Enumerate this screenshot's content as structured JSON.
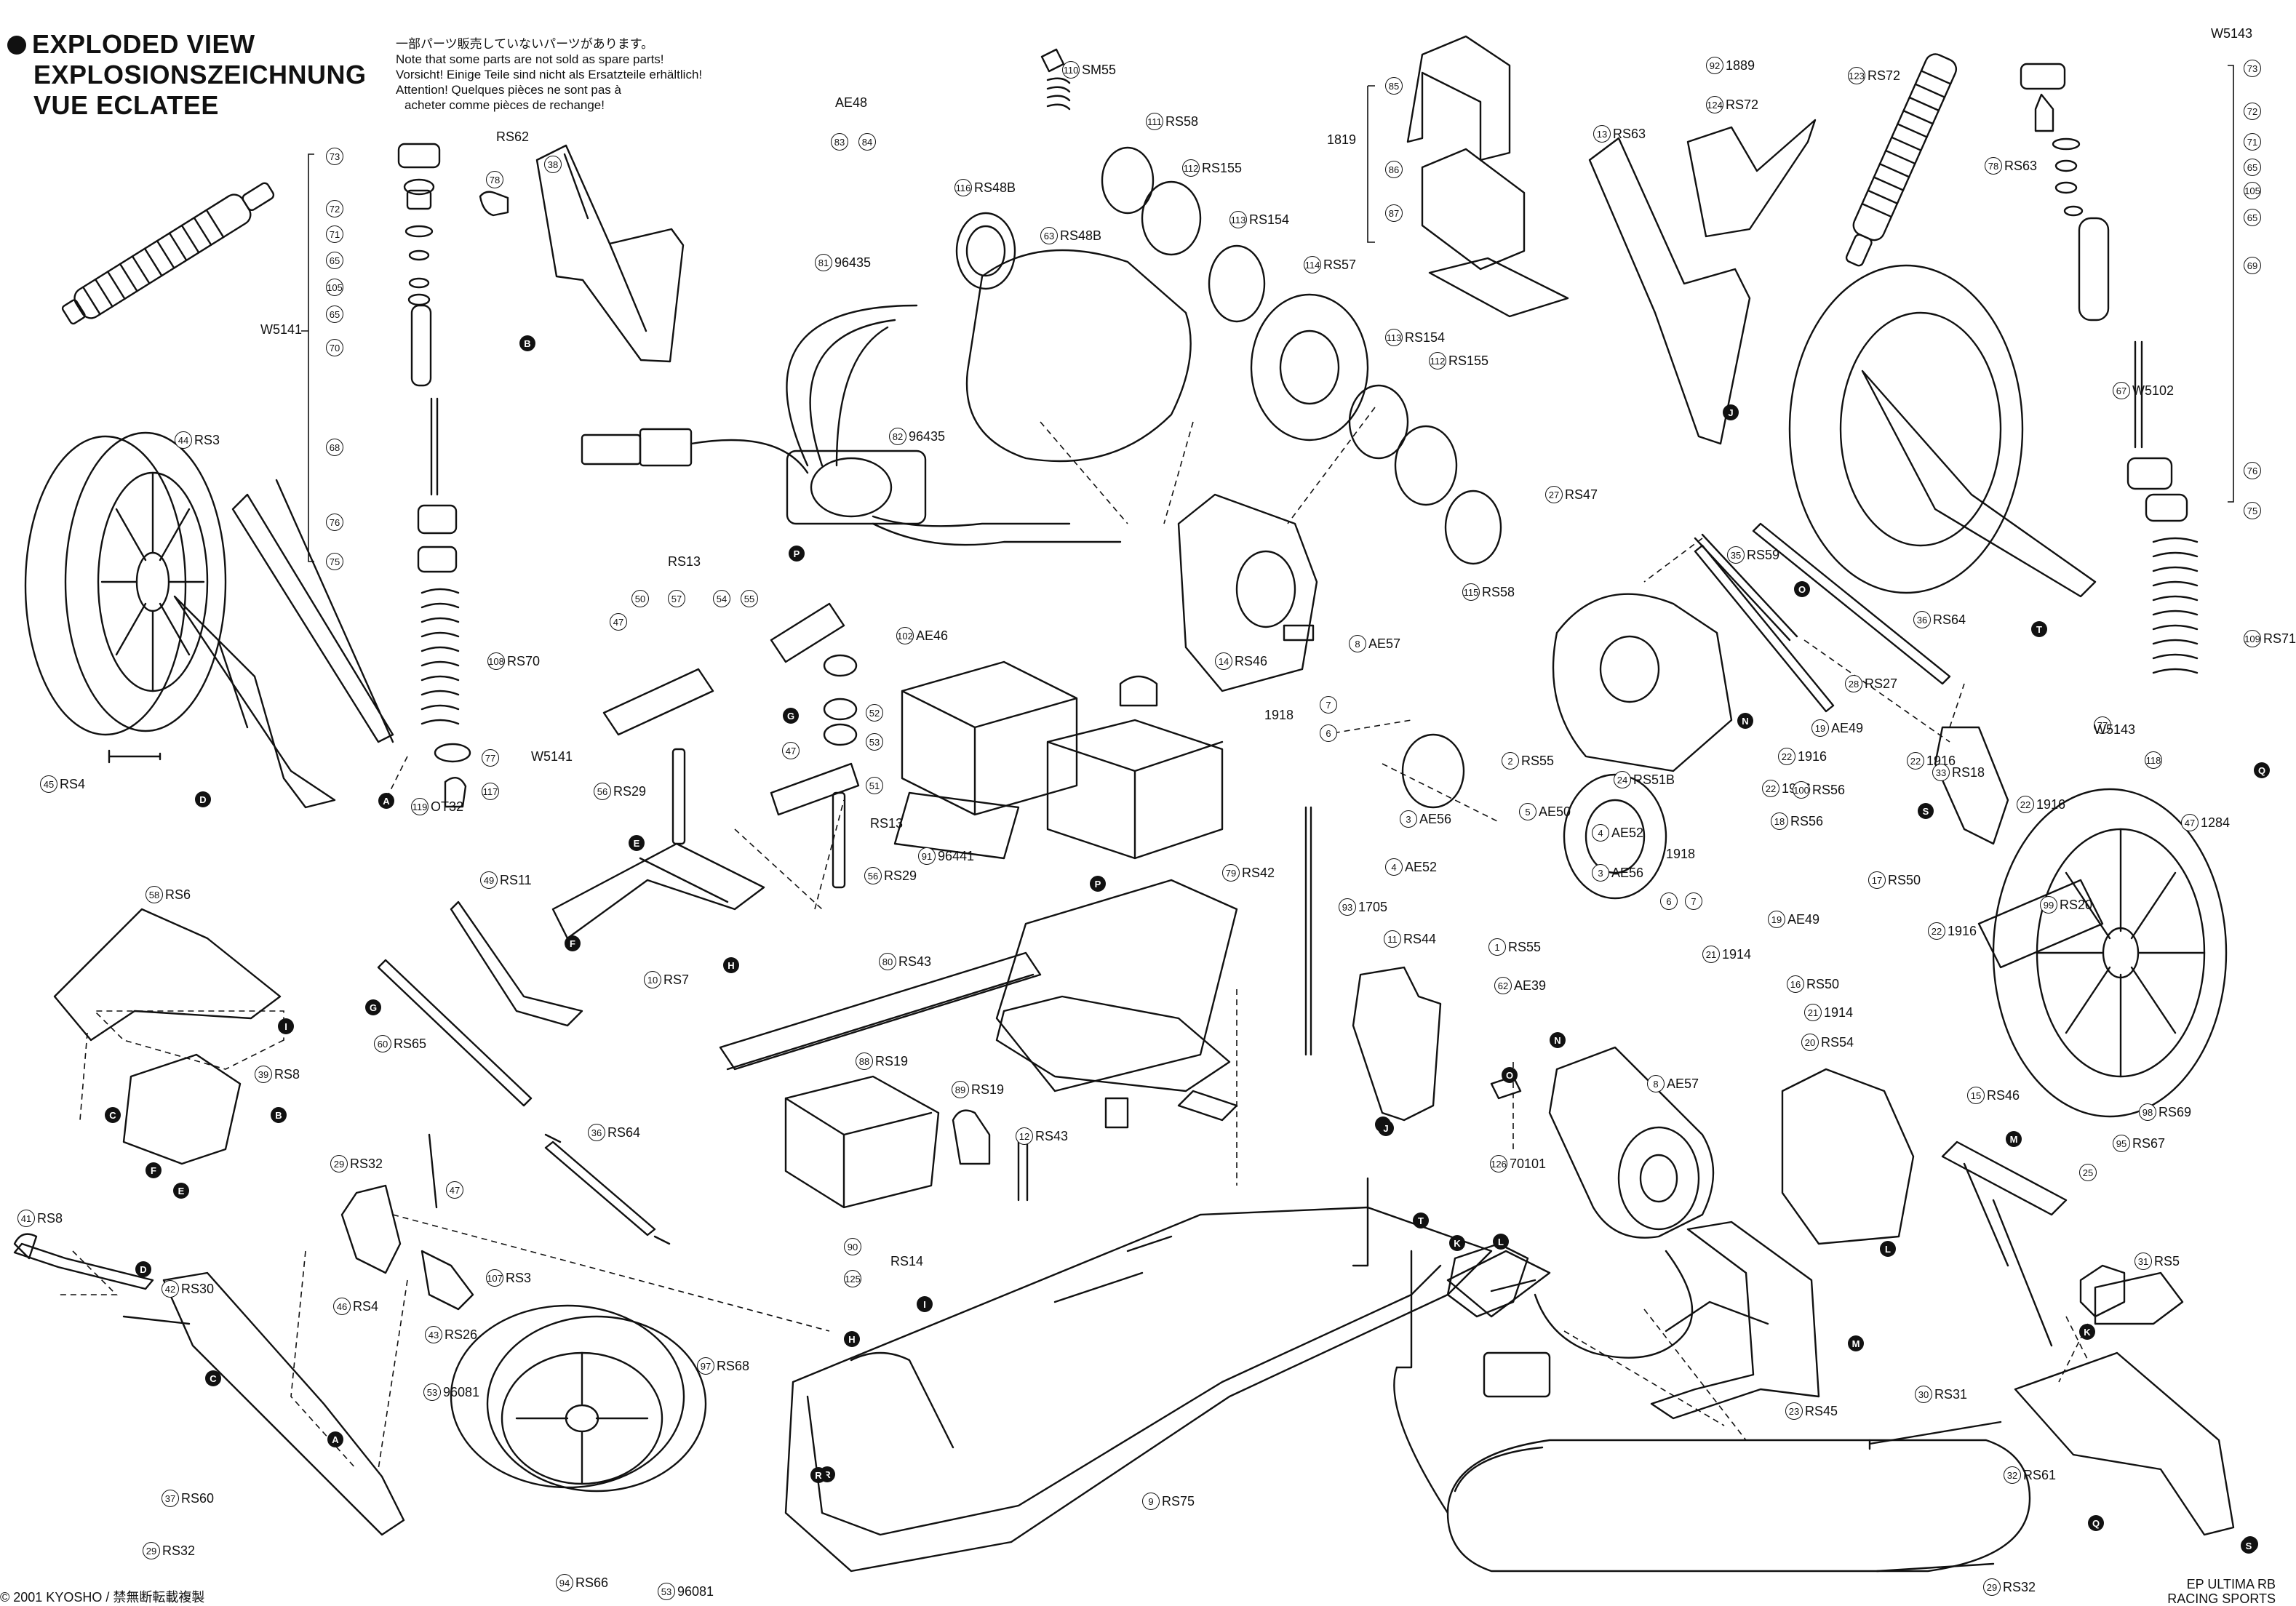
{
  "header": {
    "title_lines": [
      "EXPLODED VIEW",
      "EXPLOSIONSZEICHNUNG",
      "VUE ECLATEE"
    ]
  },
  "notes": [
    "一部パーツ販売していないパーツがあります。",
    "Note that some parts are not sold as spare parts!",
    "Vorsicht!  Einige Teile sind nicht als Ersatzteile erhältlich!",
    "Attention!  Quelques pièces ne sont pas à",
    "acheter comme pièces de rechange!"
  ],
  "footer": {
    "copyright": "© 2001 KYOSHO / 禁無断転載複製",
    "model_line1": "EP ULTIMA RB",
    "model_line2": "RACING SPORTS"
  },
  "callouts": [
    {
      "n": "73",
      "code": ""
    },
    {
      "n": "78",
      "code": ""
    },
    {
      "n": "38",
      "code": ""
    },
    {
      "n": "72",
      "code": ""
    },
    {
      "n": "71",
      "code": ""
    },
    {
      "n": "65",
      "code": ""
    },
    {
      "n": "105",
      "code": ""
    },
    {
      "n": "65",
      "code": ""
    },
    {
      "n": "70",
      "code": ""
    },
    {
      "n": "68",
      "code": ""
    },
    {
      "n": "76",
      "code": ""
    },
    {
      "n": "75",
      "code": ""
    },
    {
      "n": "108",
      "code": "RS70"
    },
    {
      "n": "77",
      "code": ""
    },
    {
      "n": "117",
      "code": ""
    },
    {
      "n": "44",
      "code": "RS3"
    },
    {
      "n": "45",
      "code": "RS4"
    },
    {
      "n": "119",
      "code": "OT32"
    },
    {
      "n": "83",
      "code": ""
    },
    {
      "n": "84",
      "code": ""
    },
    {
      "n": "81",
      "code": "96435"
    },
    {
      "n": "82",
      "code": "96435"
    },
    {
      "n": "110",
      "code": "SM55"
    },
    {
      "n": "111",
      "code": "RS58"
    },
    {
      "n": "112",
      "code": "RS155"
    },
    {
      "n": "113",
      "code": "RS154"
    },
    {
      "n": "114",
      "code": "RS57"
    },
    {
      "n": "116",
      "code": "RS48B"
    },
    {
      "n": "63",
      "code": "RS48B"
    },
    {
      "n": "85",
      "code": ""
    },
    {
      "n": "86",
      "code": ""
    },
    {
      "n": "87",
      "code": ""
    },
    {
      "n": "113",
      "code": "RS154"
    },
    {
      "n": "112",
      "code": "RS155"
    },
    {
      "n": "27",
      "code": "RS47"
    },
    {
      "n": "92",
      "code": "1889"
    },
    {
      "n": "124",
      "code": "RS72"
    },
    {
      "n": "123",
      "code": "RS72"
    },
    {
      "n": "13",
      "code": "RS63"
    },
    {
      "n": "73",
      "code": ""
    },
    {
      "n": "72",
      "code": ""
    },
    {
      "n": "78",
      "code": "RS63"
    },
    {
      "n": "71",
      "code": ""
    },
    {
      "n": "65",
      "code": ""
    },
    {
      "n": "105",
      "code": ""
    },
    {
      "n": "65",
      "code": ""
    },
    {
      "n": "69",
      "code": ""
    },
    {
      "n": "67",
      "code": "W5102"
    },
    {
      "n": "76",
      "code": ""
    },
    {
      "n": "75",
      "code": ""
    },
    {
      "n": "109",
      "code": "RS71"
    },
    {
      "n": "50",
      "code": ""
    },
    {
      "n": "57",
      "code": ""
    },
    {
      "n": "54",
      "code": ""
    },
    {
      "n": "55",
      "code": ""
    },
    {
      "n": "47",
      "code": ""
    },
    {
      "n": "102",
      "code": "AE46"
    },
    {
      "n": "52",
      "code": ""
    },
    {
      "n": "47",
      "code": ""
    },
    {
      "n": "53",
      "code": ""
    },
    {
      "n": "51",
      "code": ""
    },
    {
      "n": "56",
      "code": "RS29"
    },
    {
      "n": "56",
      "code": "RS29"
    },
    {
      "n": "91",
      "code": "96441"
    },
    {
      "n": "14",
      "code": "RS46"
    },
    {
      "n": "8",
      "code": "AE57"
    },
    {
      "n": "7",
      "code": ""
    },
    {
      "n": "6",
      "code": ""
    },
    {
      "n": "115",
      "code": "RS58"
    },
    {
      "n": "35",
      "code": "RS59"
    },
    {
      "n": "36",
      "code": "RS64"
    },
    {
      "n": "28",
      "code": "RS27"
    },
    {
      "n": "19",
      "code": "AE49"
    },
    {
      "n": "22",
      "code": "1916"
    },
    {
      "n": "22",
      "code": "1916"
    },
    {
      "n": "24",
      "code": "RS51B"
    },
    {
      "n": "2",
      "code": "RS55"
    },
    {
      "n": "22",
      "code": "1916"
    },
    {
      "n": "100",
      "code": "RS56"
    },
    {
      "n": "33",
      "code": "RS18"
    },
    {
      "n": "77",
      "code": ""
    },
    {
      "n": "118",
      "code": ""
    },
    {
      "n": "47",
      "code": "1284"
    },
    {
      "n": "22",
      "code": "1916"
    },
    {
      "n": "3",
      "code": "AE56"
    },
    {
      "n": "5",
      "code": "AE50"
    },
    {
      "n": "4",
      "code": "AE52"
    },
    {
      "n": "4",
      "code": "AE52"
    },
    {
      "n": "3",
      "code": "AE56"
    },
    {
      "n": "18",
      "code": "RS56"
    },
    {
      "n": "17",
      "code": "RS50"
    },
    {
      "n": "99",
      "code": "RS20"
    },
    {
      "n": "19",
      "code": "AE49"
    },
    {
      "n": "22",
      "code": "1916"
    },
    {
      "n": "6",
      "code": ""
    },
    {
      "n": "7",
      "code": ""
    },
    {
      "n": "1",
      "code": "RS55"
    },
    {
      "n": "21",
      "code": "1914"
    },
    {
      "n": "16",
      "code": "RS50"
    },
    {
      "n": "21",
      "code": "1914"
    },
    {
      "n": "20",
      "code": "RS54"
    },
    {
      "n": "8",
      "code": "AE57"
    },
    {
      "n": "15",
      "code": "RS46"
    },
    {
      "n": "98",
      "code": "RS69"
    },
    {
      "n": "95",
      "code": "RS67"
    },
    {
      "n": "25",
      "code": ""
    },
    {
      "n": "31",
      "code": "RS5"
    },
    {
      "n": "30",
      "code": "RS31"
    },
    {
      "n": "23",
      "code": "RS45"
    },
    {
      "n": "32",
      "code": "RS61"
    },
    {
      "n": "29",
      "code": "RS32"
    },
    {
      "n": "58",
      "code": "RS6"
    },
    {
      "n": "49",
      "code": "RS11"
    },
    {
      "n": "10",
      "code": "RS7"
    },
    {
      "n": "39",
      "code": "RS8"
    },
    {
      "n": "60",
      "code": "RS65"
    },
    {
      "n": "80",
      "code": "RS43"
    },
    {
      "n": "79",
      "code": "RS42"
    },
    {
      "n": "93",
      "code": "1705"
    },
    {
      "n": "11",
      "code": "RS44"
    },
    {
      "n": "62",
      "code": "AE39"
    },
    {
      "n": "126",
      "code": "70101"
    },
    {
      "n": "29",
      "code": "RS32"
    },
    {
      "n": "36",
      "code": "RS64"
    },
    {
      "n": "47",
      "code": ""
    },
    {
      "n": "107",
      "code": "RS3"
    },
    {
      "n": "46",
      "code": "RS4"
    },
    {
      "n": "43",
      "code": "RS26"
    },
    {
      "n": "53",
      "code": "96081"
    },
    {
      "n": "97",
      "code": "RS68"
    },
    {
      "n": "41",
      "code": "RS8"
    },
    {
      "n": "42",
      "code": "RS30"
    },
    {
      "n": "37",
      "code": "RS60"
    },
    {
      "n": "29",
      "code": "RS32"
    },
    {
      "n": "94",
      "code": "RS66"
    },
    {
      "n": "53",
      "code": "96081"
    },
    {
      "n": "88",
      "code": "RS19"
    },
    {
      "n": "89",
      "code": "RS19"
    },
    {
      "n": "12",
      "code": "RS43"
    },
    {
      "n": "90",
      "code": ""
    },
    {
      "n": "125",
      "code": ""
    },
    {
      "n": "9",
      "code": "RS75"
    }
  ],
  "group_labels": [
    "RS62",
    "AE48",
    "1819",
    "W5143",
    "W5141",
    "W5141",
    "RS13",
    "RS13",
    "1918",
    "1918",
    "RS14",
    "W5143"
  ],
  "markers": [
    "B",
    "A",
    "D",
    "E",
    "F",
    "H",
    "G",
    "I",
    "C",
    "B",
    "F",
    "E",
    "D",
    "C",
    "A",
    "P",
    "G",
    "P",
    "O",
    "N",
    "T",
    "J",
    "O",
    "Q",
    "S",
    "S",
    "N",
    "J",
    "O",
    "T",
    "K",
    "L",
    "M",
    "L",
    "M",
    "K",
    "Q",
    "S",
    "R",
    "H",
    "I",
    "R"
  ]
}
